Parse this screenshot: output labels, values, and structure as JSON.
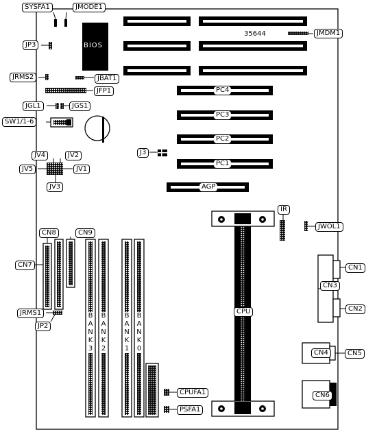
{
  "board": {
    "model": "35644",
    "bios": "BIOS",
    "cpu": "CPU",
    "agp": "AGP",
    "pci_slots": [
      "PC4",
      "PC3",
      "PC2",
      "PC1"
    ],
    "banks": [
      "BANK3",
      "BANK2",
      "BANK1",
      "BANK0"
    ]
  },
  "labels": {
    "sysfa1": "SYSFA1",
    "jmode1": "JMODE1",
    "jmdm1": "JMDM1",
    "jp3": "JP3",
    "jrms2": "JRMS2",
    "jbat1": "JBAT1",
    "jfp1": "JFP1",
    "jgl1": "JGL1",
    "jgs1": "JGS1",
    "sw1": "SW1/1-6",
    "j3": "J3",
    "jv4": "JV4",
    "jv2": "JV2",
    "jv5": "JV5",
    "jv1": "JV1",
    "jv3": "JV3",
    "ir": "IR",
    "jwol1": "JWOL1",
    "cn8": "CN8",
    "cn9": "CN9",
    "cn7": "CN7",
    "cn1": "CN1",
    "cn3": "CN3",
    "cn2": "CN2",
    "jrms1": "JRMS1",
    "jp2": "JP2",
    "cn4": "CN4",
    "cn5": "CN5",
    "cn6": "CN6",
    "cpufa1": "CPUFA1",
    "psfa1": "PSFA1"
  }
}
